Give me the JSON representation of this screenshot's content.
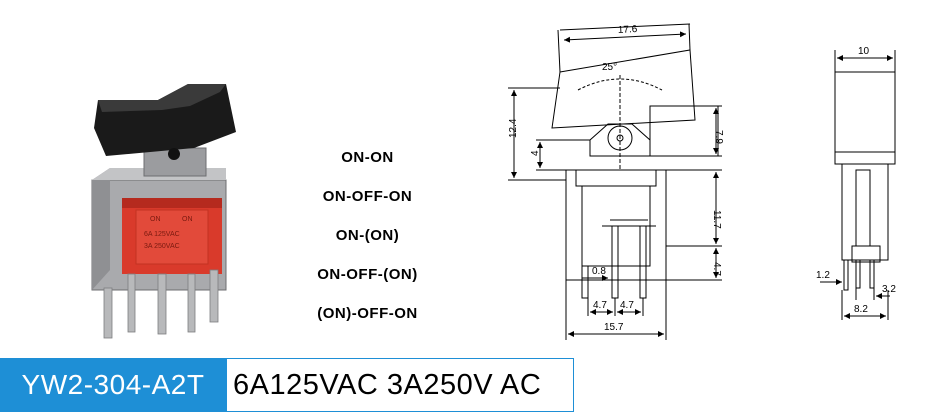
{
  "configurations": [
    "ON-ON",
    "ON-OFF-ON",
    "ON-(ON)",
    "ON-OFF-(ON)",
    "(ON)-OFF-ON"
  ],
  "model": {
    "code": "YW2-304-A2T",
    "rating": "6A125VAC 3A250V AC"
  },
  "dimensions": {
    "width_top": "17.6",
    "angle": "25°",
    "height_total": "12.4",
    "pivot_height": "4",
    "actuator_height": "7.9",
    "body_height": "11.7",
    "pin_length": "4.7",
    "pin_width": "0.8",
    "pin_pitch_1": "4.7",
    "pin_pitch_2": "4.7",
    "body_width": "15.7",
    "side_width": "10",
    "side_pin_offset": "1.2",
    "side_pin_spacing": "3.2",
    "side_bottom_width": "8.2"
  },
  "photo_labels": {
    "left": "ON",
    "right": "ON",
    "marking_1": "6A 125VAC",
    "marking_2": "3A 250VAC"
  },
  "colors": {
    "accent": "#1e8fd6",
    "housing": "#d93a2b",
    "actuator": "#1a1a1a",
    "bracket": "#a9aaad"
  }
}
